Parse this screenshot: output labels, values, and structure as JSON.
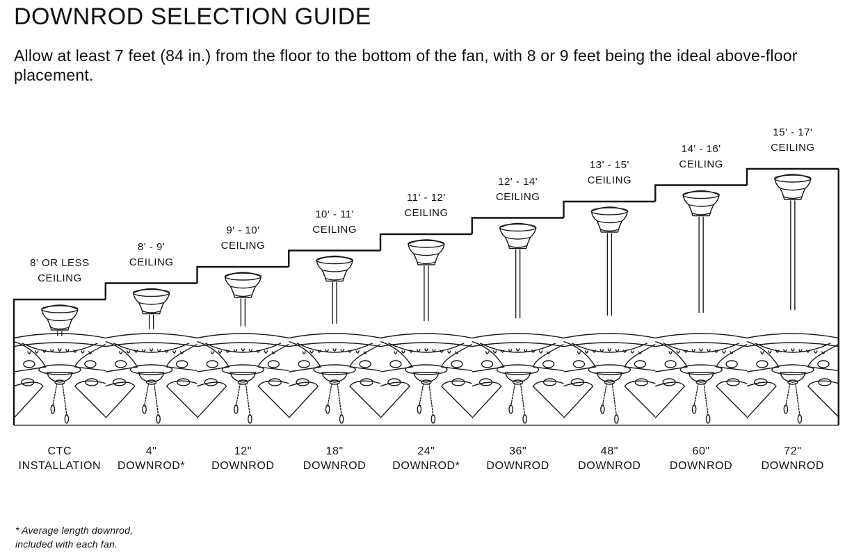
{
  "guide": {
    "title": "DOWNROD SELECTION GUIDE",
    "intro": "Allow at least 7 feet (84 in.) from the floor to the bottom of the fan, with 8 or 9 feet being the ideal above-floor placement."
  },
  "columns": [
    {
      "ceiling_lines": [
        "8' OR LESS",
        "CEILING"
      ],
      "rod_lines": [
        "CTC",
        "INSTALLATION"
      ],
      "downrod_in": 0,
      "shown_rod_length": 0
    },
    {
      "ceiling_lines": [
        "8' - 9'",
        "CEILING"
      ],
      "rod_lines": [
        "4\"",
        "DOWNROD*"
      ],
      "downrod_in": 4,
      "shown_rod_length": 1
    },
    {
      "ceiling_lines": [
        "9' - 10'",
        "CEILING"
      ],
      "rod_lines": [
        "12\"",
        "DOWNROD"
      ],
      "downrod_in": 12,
      "shown_rod_length": 2
    },
    {
      "ceiling_lines": [
        "10' - 11'",
        "CEILING"
      ],
      "rod_lines": [
        "18\"",
        "DOWNROD"
      ],
      "downrod_in": 18,
      "shown_rod_length": 3
    },
    {
      "ceiling_lines": [
        "11' - 12'",
        "CEILING"
      ],
      "rod_lines": [
        "24\"",
        "DOWNROD*"
      ],
      "downrod_in": 24,
      "shown_rod_length": 4
    },
    {
      "ceiling_lines": [
        "12' - 14'",
        "CEILING"
      ],
      "rod_lines": [
        "36\"",
        "DOWNROD"
      ],
      "downrod_in": 36,
      "shown_rod_length": 5
    },
    {
      "ceiling_lines": [
        "13' - 15'",
        "CEILING"
      ],
      "rod_lines": [
        "48\"",
        "DOWNROD"
      ],
      "downrod_in": 48,
      "shown_rod_length": 6
    },
    {
      "ceiling_lines": [
        "14' - 16'",
        "CEILING"
      ],
      "rod_lines": [
        "60\"",
        "DOWNROD"
      ],
      "downrod_in": 60,
      "shown_rod_length": 7
    },
    {
      "ceiling_lines": [
        "15' - 17'",
        "CEILING"
      ],
      "rod_lines": [
        "72\"",
        "DOWNROD"
      ],
      "downrod_in": 72,
      "shown_rod_length": 8
    }
  ],
  "footnote_lines": [
    "* Average length downrod,",
    "included with each fan."
  ]
}
